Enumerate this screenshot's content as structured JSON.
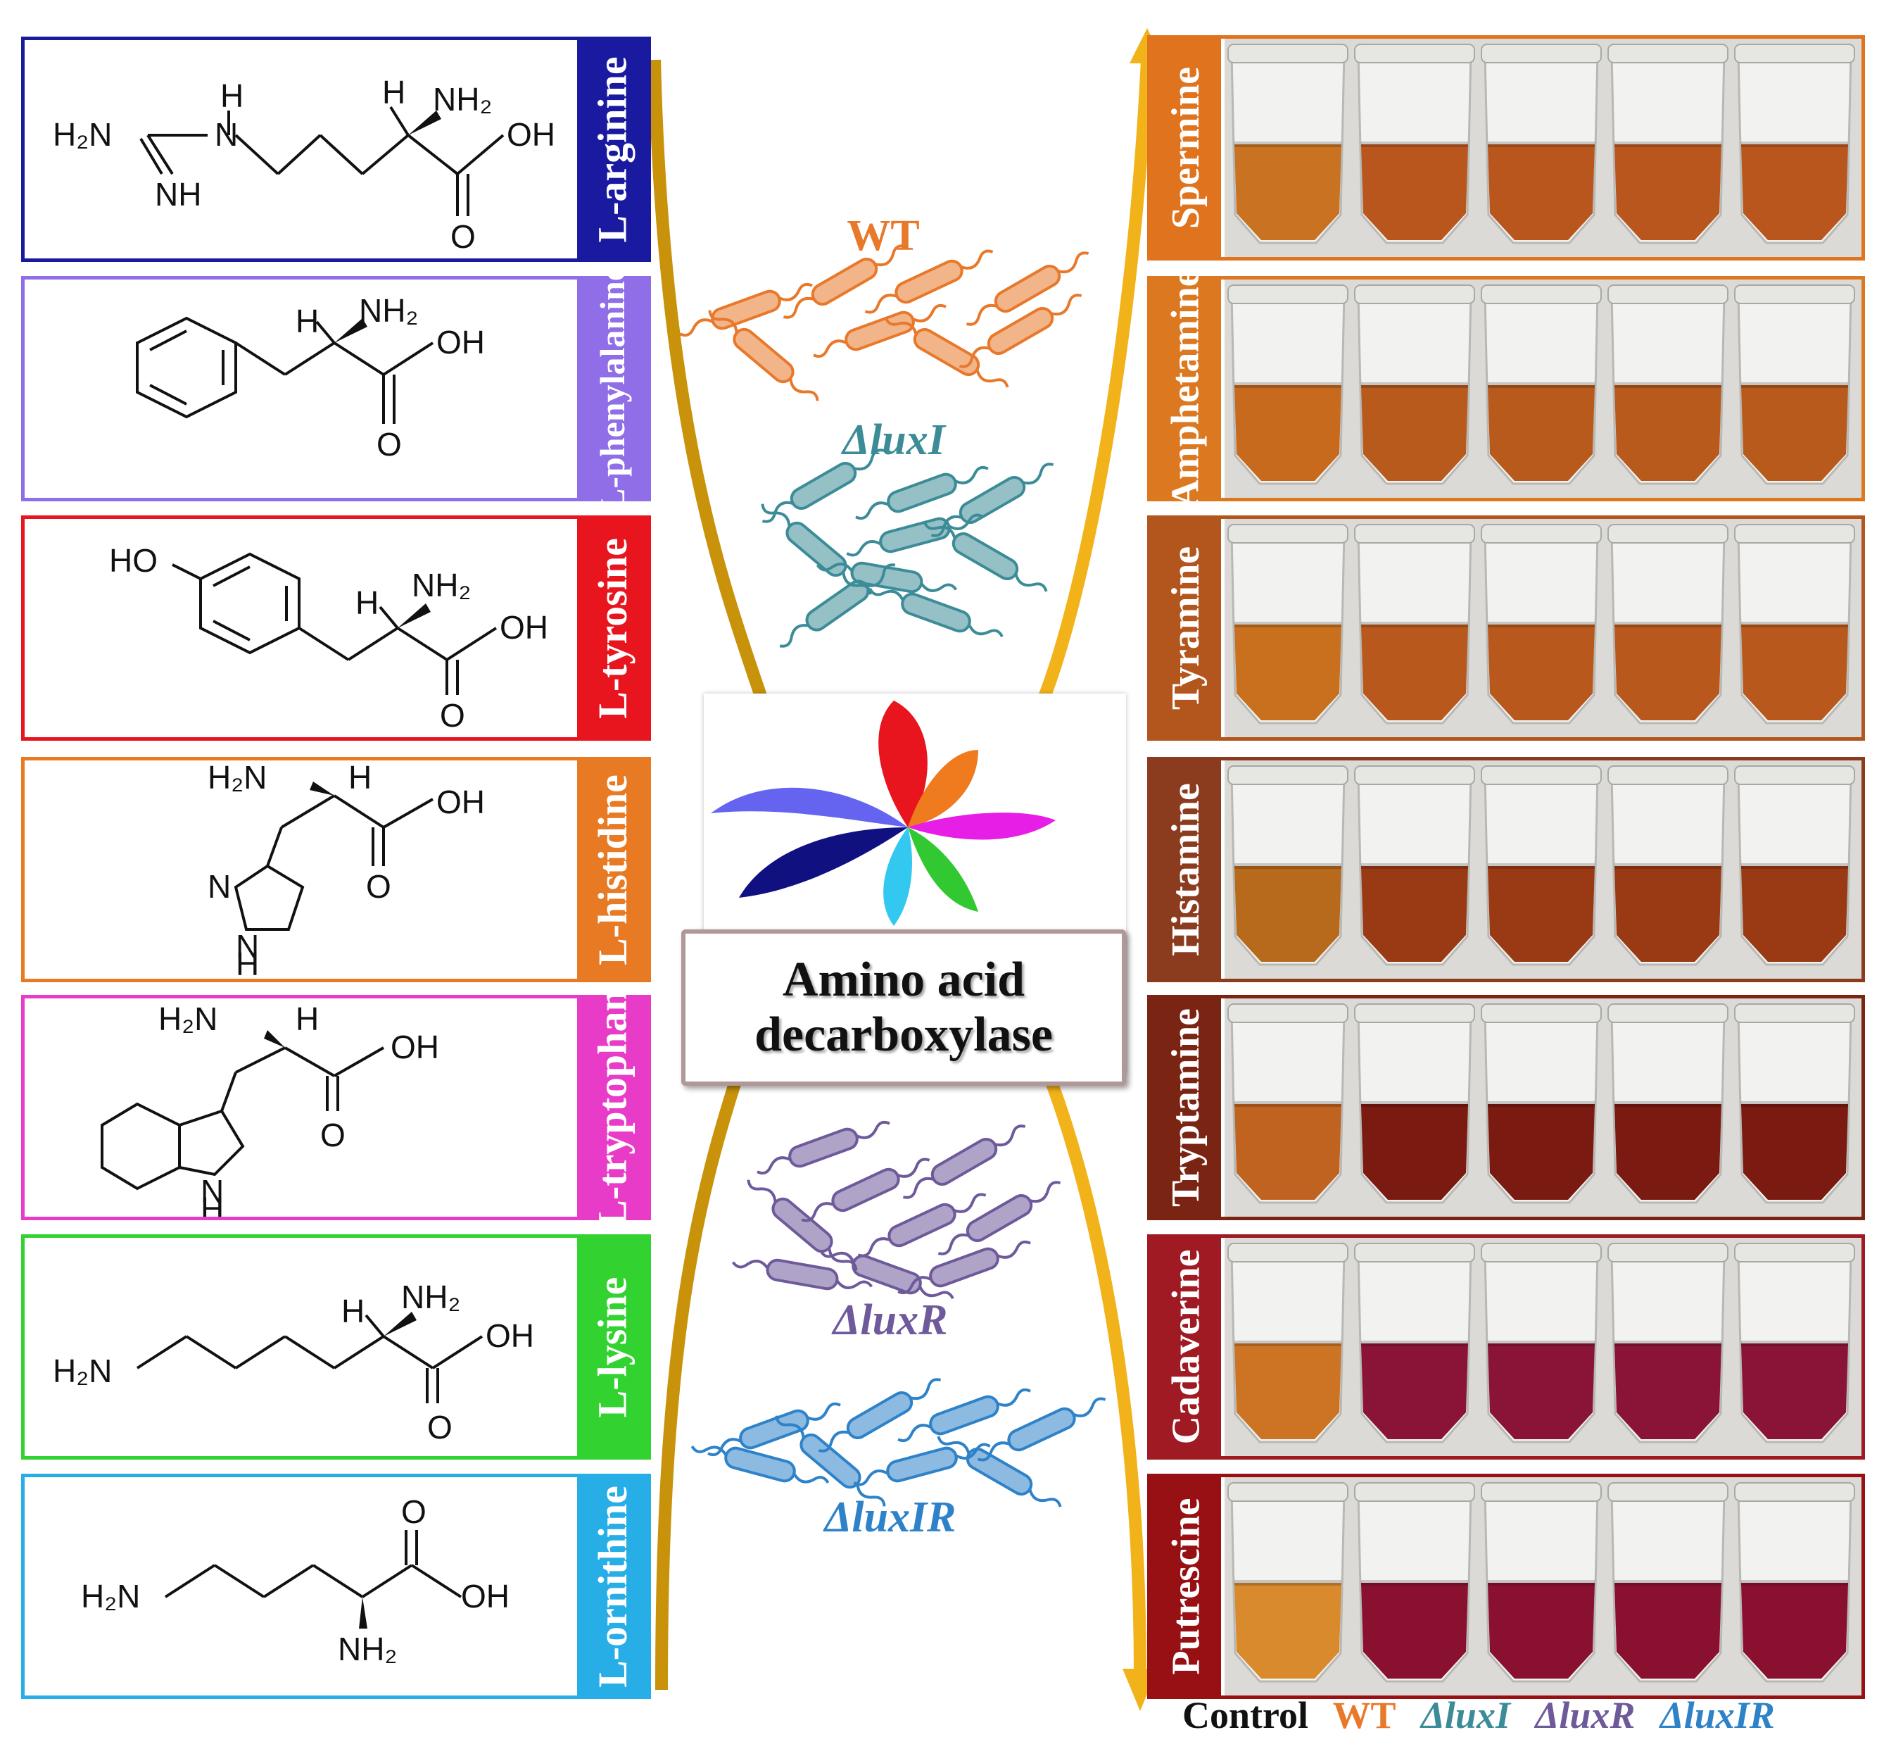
{
  "amino_acids": [
    {
      "label": "L-arginine",
      "color": "#1a1aa0"
    },
    {
      "label": "L-phenylalanine",
      "color": "#8f6ee8"
    },
    {
      "label": "L-tyrosine",
      "color": "#e8141e"
    },
    {
      "label": "L-histidine",
      "color": "#e87a24"
    },
    {
      "label": "L-tryptophan",
      "color": "#e83cc8"
    },
    {
      "label": "L-lysine",
      "color": "#32d230"
    },
    {
      "label": "L-ornithine",
      "color": "#28aee6"
    }
  ],
  "amines": [
    {
      "label": "Spermine",
      "color": "#e0731e"
    },
    {
      "label": "Amphetamine",
      "color": "#dc7820"
    },
    {
      "label": "Tyramine",
      "color": "#b2561e"
    },
    {
      "label": "Histamine",
      "color": "#8c3c1e"
    },
    {
      "label": "Tryptamine",
      "color": "#7a2414"
    },
    {
      "label": "Cadaverine",
      "color": "#a01a24"
    },
    {
      "label": "Putrescine",
      "color": "#961014"
    }
  ],
  "strains": {
    "wt": {
      "label": "WT",
      "color": "#e8782a"
    },
    "luxI": {
      "label": "ΔluxI",
      "color": "#3c8c98"
    },
    "luxR": {
      "label": "ΔluxR",
      "color": "#6e5a9a"
    },
    "luxIR": {
      "label": "ΔluxIR",
      "color": "#2e82c8"
    }
  },
  "enzyme": {
    "line1": "Amino acid",
    "line2": "decarboxylase"
  },
  "legend": [
    {
      "label": "Control",
      "color": "#111111"
    },
    {
      "label": "WT",
      "color": "#e8782a"
    },
    {
      "label": "ΔluxI",
      "color": "#3c8c98"
    },
    {
      "label": "ΔluxR",
      "color": "#6e5a9a"
    },
    {
      "label": "ΔluxIR",
      "color": "#2e82c8"
    }
  ],
  "tube_colors": [
    [
      "#c87222",
      "#b8561e",
      "#b8561e",
      "#b8561e",
      "#b8561e"
    ],
    [
      "#c86a1e",
      "#b85a1c",
      "#b85a1c",
      "#b85a1c",
      "#b85a1c"
    ],
    [
      "#c8701e",
      "#b8581c",
      "#b8581c",
      "#b8581c",
      "#b8581c"
    ],
    [
      "#b86a1c",
      "#9a3a14",
      "#9a3a14",
      "#9a3a14",
      "#9a3a14"
    ],
    [
      "#c06220",
      "#7a1a10",
      "#7a1a10",
      "#7a1a10",
      "#7a1a10"
    ],
    [
      "#cc7424",
      "#8a1438",
      "#8a1438",
      "#8a1438",
      "#8a1438"
    ],
    [
      "#d88a2c",
      "#8a1030",
      "#8a1030",
      "#8a1030",
      "#8a1030"
    ]
  ]
}
